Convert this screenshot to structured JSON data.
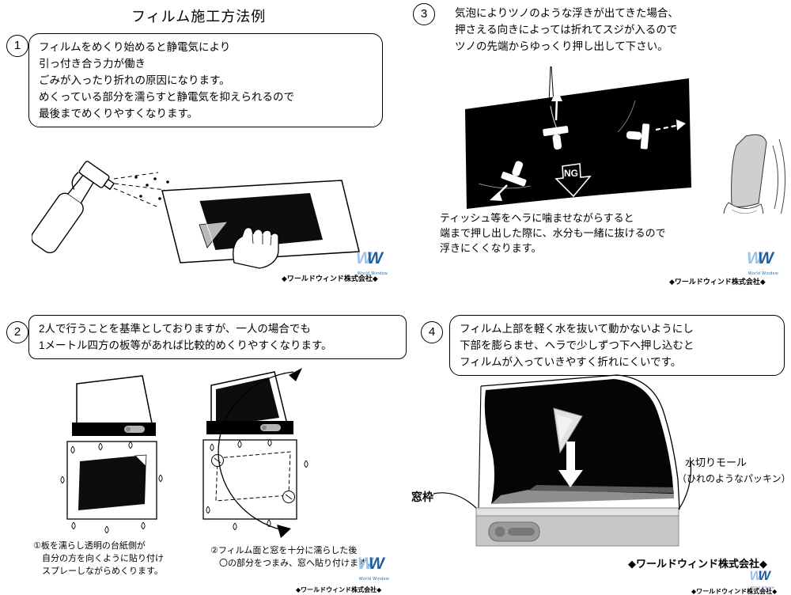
{
  "title": "フィルム施工方法例",
  "company": "◆ワールドウィンド株式会社◆",
  "logo": {
    "w1": "W",
    "w2": "W",
    "text": "World Window"
  },
  "s1": {
    "number": "1",
    "lines": [
      "フィルムをめくり始めると静電気により",
      "引っ付き合う力が働き",
      "ごみが入ったり折れの原因になります。",
      "めくっている部分を濡らすと静電気を抑えられるので",
      "最後までめくりやすくなります。"
    ]
  },
  "s2": {
    "number": "2",
    "lines": [
      "2人で行うことを基準としておりますが、一人の場合でも",
      "1メートル四方の板等があれば比較的めくりやすくなります。"
    ],
    "caption1": [
      "①板を濡らし透明の台紙側が",
      "自分の方を向くように貼り付け",
      "スプレーしながらめくります。"
    ],
    "caption2": [
      "②フィルム面と窓を十分に濡らした後",
      "〇の部分をつまみ、窓へ貼り付けます。"
    ]
  },
  "s3": {
    "number": "3",
    "lines": [
      "気泡によりツノのような浮きが出てきた場合、",
      "押さえる向きによっては折れてスジが入るので",
      "ツノの先端からゆっくり押し出して下さい。"
    ],
    "ng": "NG",
    "note": [
      "ティッシュ等をヘラに噛ませながらすると",
      "端まで押し出した際に、水分も一緒に抜けるので",
      "浮きにくくなります。"
    ]
  },
  "s4": {
    "number": "4",
    "lines": [
      "フィルム上部を軽く水を抜いて動かないようにし",
      "下部を膨らませ、ヘラで少しずつ下へ押し込むと",
      "フィルムが入っていきやすく折れにくいです。"
    ],
    "label_frame": "窓枠",
    "label_molding1": "水切りモール",
    "label_molding2": "（ひれのようなパッキン）"
  }
}
